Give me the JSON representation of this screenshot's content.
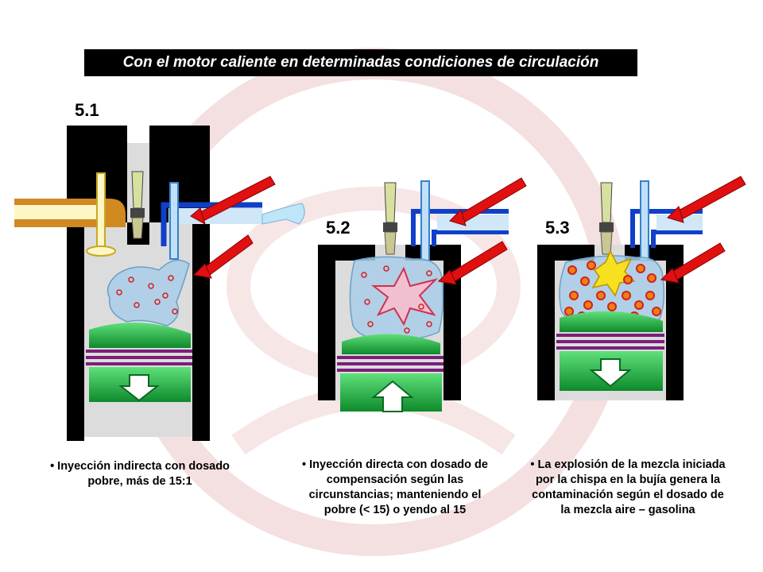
{
  "title": "Con el motor caliente en determinadas condiciones de circulación",
  "panels": [
    {
      "number": "5.1",
      "caption_lines": [
        "• Inyección indirecta con dosado",
        "pobre, más de 15:1"
      ],
      "piston_arrow": "down"
    },
    {
      "number": "5.2",
      "caption_lines": [
        "• Inyección directa con dosado de",
        "compensación según las",
        "circunstancias; manteniendo el",
        "pobre (< 15) o yendo al 15"
      ],
      "piston_arrow": "up"
    },
    {
      "number": "5.3",
      "caption_lines": [
        "• La explosión de la mezcla iniciada",
        "por la chispa en la bujía genera la",
        "contaminación según el dosado de",
        "la mezcla aire – gasolina"
      ],
      "piston_arrow": "down"
    }
  ],
  "colors": {
    "wall": "#000000",
    "chamber": "#dcdcdc",
    "piston": "#22b04a",
    "rings": "#7a1f7a",
    "mixture": "#a9cde8",
    "pipe_blue": "#1040c8",
    "intake_orange": "#d08a20",
    "red_arrow": "#e01010",
    "watermark": "#f2dede"
  }
}
